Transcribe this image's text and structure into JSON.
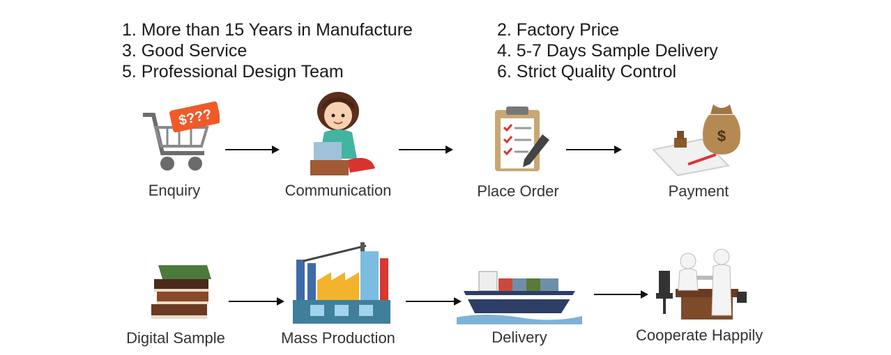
{
  "features": {
    "left": [
      "1. More than 15 Years in Manufacture",
      "3. Good Service",
      "5. Professional Design Team"
    ],
    "right": [
      "2. Factory Price",
      "4. 5-7 Days Sample Delivery",
      "6. Strict Quality Control"
    ]
  },
  "steps": [
    {
      "label": "Enquiry",
      "icon": "shopping-cart-icon"
    },
    {
      "label": "Communication",
      "icon": "operator-icon"
    },
    {
      "label": "Place Order",
      "icon": "clipboard-icon"
    },
    {
      "label": "Payment",
      "icon": "money-bag-icon"
    },
    {
      "label": "Digital Sample",
      "icon": "books-icon"
    },
    {
      "label": "Mass Production",
      "icon": "factory-icon"
    },
    {
      "label": "Delivery",
      "icon": "ship-icon"
    },
    {
      "label": "Cooperate Happily",
      "icon": "handshake-icon"
    }
  ],
  "cart_tag_text": "$???",
  "bag_symbol": "$",
  "colors": {
    "accent": "#f05a28",
    "arrow": "#111111"
  }
}
